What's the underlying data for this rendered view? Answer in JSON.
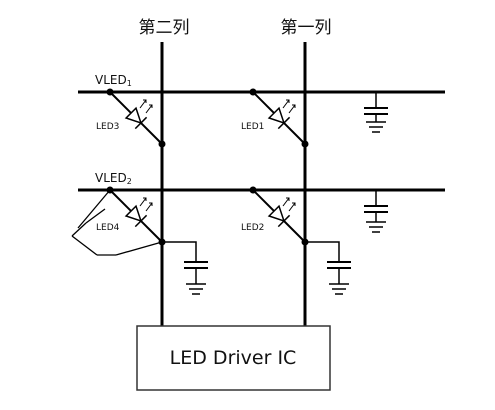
{
  "columns": {
    "col2": "第二列",
    "col1": "第一列"
  },
  "rows": {
    "vled1": {
      "prefix": "VLED",
      "sub": "1"
    },
    "vled2": {
      "prefix": "VLED",
      "sub": "2"
    }
  },
  "leds": {
    "led3": "LED3",
    "led1": "LED1",
    "led4": "LED4",
    "led2": "LED2"
  },
  "driver": {
    "label": "LED Driver IC"
  },
  "colors": {
    "wire": "#000000",
    "box_border": "#333333"
  }
}
